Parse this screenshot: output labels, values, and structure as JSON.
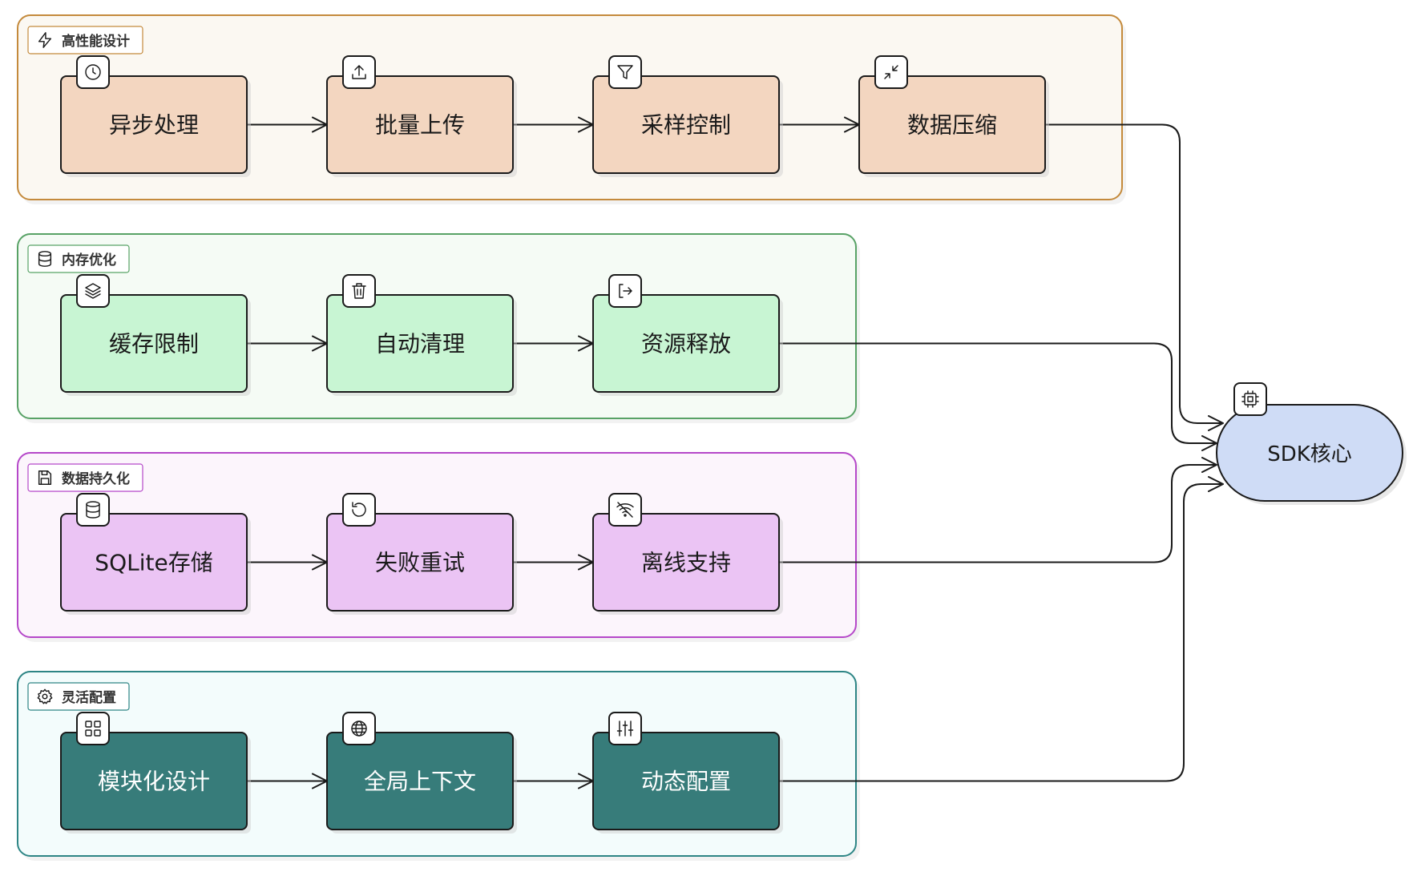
{
  "colors": {
    "stroke": "#1a1a1a",
    "core_fill": "#cfdcf6",
    "groups": [
      {
        "border": "#c48a3c",
        "bg": "#fbf8f2",
        "node_fill": "#f3d6c0",
        "node_text": "#1a1a1a"
      },
      {
        "border": "#58a266",
        "bg": "#f5fbf5",
        "node_fill": "#c8f5d3",
        "node_text": "#1a1a1a"
      },
      {
        "border": "#b548c9",
        "bg": "#fcf5fc",
        "node_fill": "#ebc4f4",
        "node_text": "#1a1a1a"
      },
      {
        "border": "#2d8585",
        "bg": "#f3fcfc",
        "node_fill": "#377c7a",
        "node_text": "#ffffff"
      }
    ]
  },
  "groups": [
    {
      "label": "高性能设计",
      "icon": "lightning-icon",
      "nodes": [
        {
          "label": "异步处理",
          "icon": "clock-icon"
        },
        {
          "label": "批量上传",
          "icon": "upload-icon"
        },
        {
          "label": "采样控制",
          "icon": "filter-icon"
        },
        {
          "label": "数据压缩",
          "icon": "shrink-icon"
        }
      ]
    },
    {
      "label": "内存优化",
      "icon": "database-icon",
      "nodes": [
        {
          "label": "缓存限制",
          "icon": "layers-icon"
        },
        {
          "label": "自动清理",
          "icon": "trash-icon"
        },
        {
          "label": "资源释放",
          "icon": "logout-icon"
        }
      ]
    },
    {
      "label": "数据持久化",
      "icon": "save-icon",
      "nodes": [
        {
          "label": "SQLite存储",
          "icon": "database-icon"
        },
        {
          "label": "失败重试",
          "icon": "retry-icon"
        },
        {
          "label": "离线支持",
          "icon": "wifi-off-icon"
        }
      ]
    },
    {
      "label": "灵活配置",
      "icon": "gear-icon",
      "nodes": [
        {
          "label": "模块化设计",
          "icon": "grid-icon"
        },
        {
          "label": "全局上下文",
          "icon": "globe-icon"
        },
        {
          "label": "动态配置",
          "icon": "sliders-icon"
        }
      ]
    }
  ],
  "core": {
    "label": "SDK核心",
    "icon": "chip-icon"
  }
}
